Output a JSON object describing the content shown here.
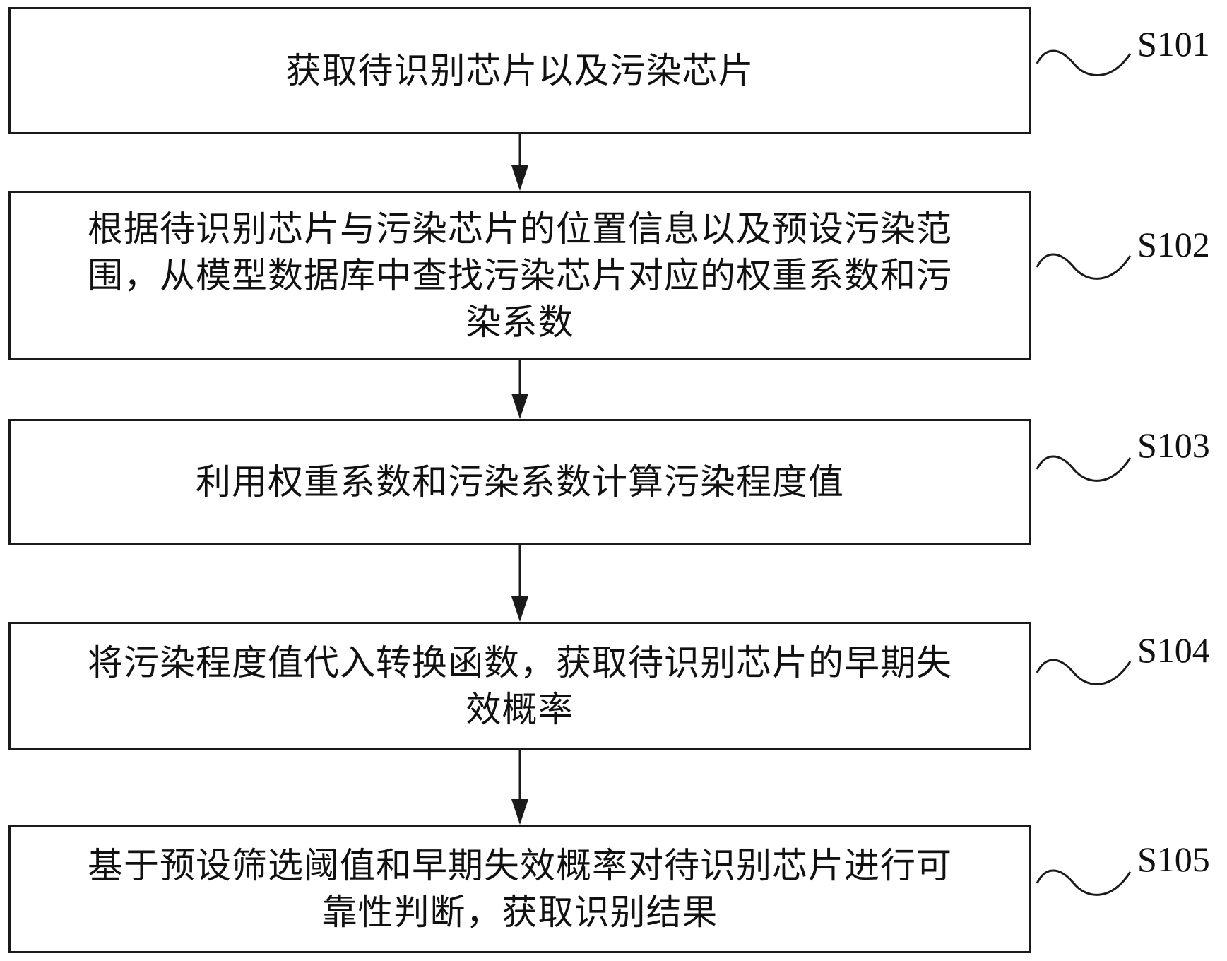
{
  "steps": [
    {
      "id": "S101",
      "text": "获取待识别芯片以及污染芯片"
    },
    {
      "id": "S102",
      "text": "根据待识别芯片与污染芯片的位置信息以及预设污染范\n围，从模型数据库中查找污染芯片对应的权重系数和污\n染系数"
    },
    {
      "id": "S103",
      "text": "利用权重系数和污染系数计算污染程度值"
    },
    {
      "id": "S104",
      "text": "将污染程度值代入转换函数，获取待识别芯片的早期失\n效概率"
    },
    {
      "id": "S105",
      "text": "基于预设筛选阈值和早期失效概率对待识别芯片进行可\n靠性判断，获取识别结果"
    }
  ]
}
